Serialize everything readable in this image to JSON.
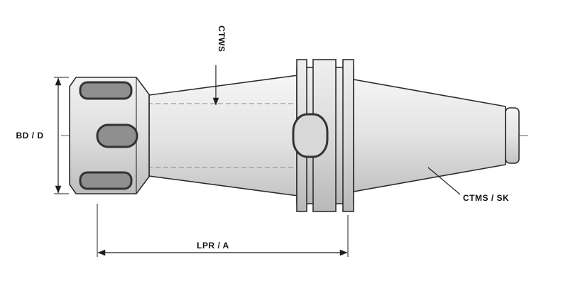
{
  "drawing": {
    "labels": {
      "ctws": "CTWS",
      "bd_d": "BD / D",
      "ctms_sk": "CTMS / SK",
      "lpr_a": "LPR / A"
    },
    "colors": {
      "outline": "#2d2d2d",
      "body_light": "#f4f4f4",
      "body_dark": "#c3c3c3",
      "slot_fill": "#8f8f8f",
      "slot_outline": "#333333",
      "hidden_line": "#8a8a8a",
      "centerline": "#5a5a5a",
      "dimension_line": "#1f1f1f",
      "background": "#ffffff"
    }
  }
}
